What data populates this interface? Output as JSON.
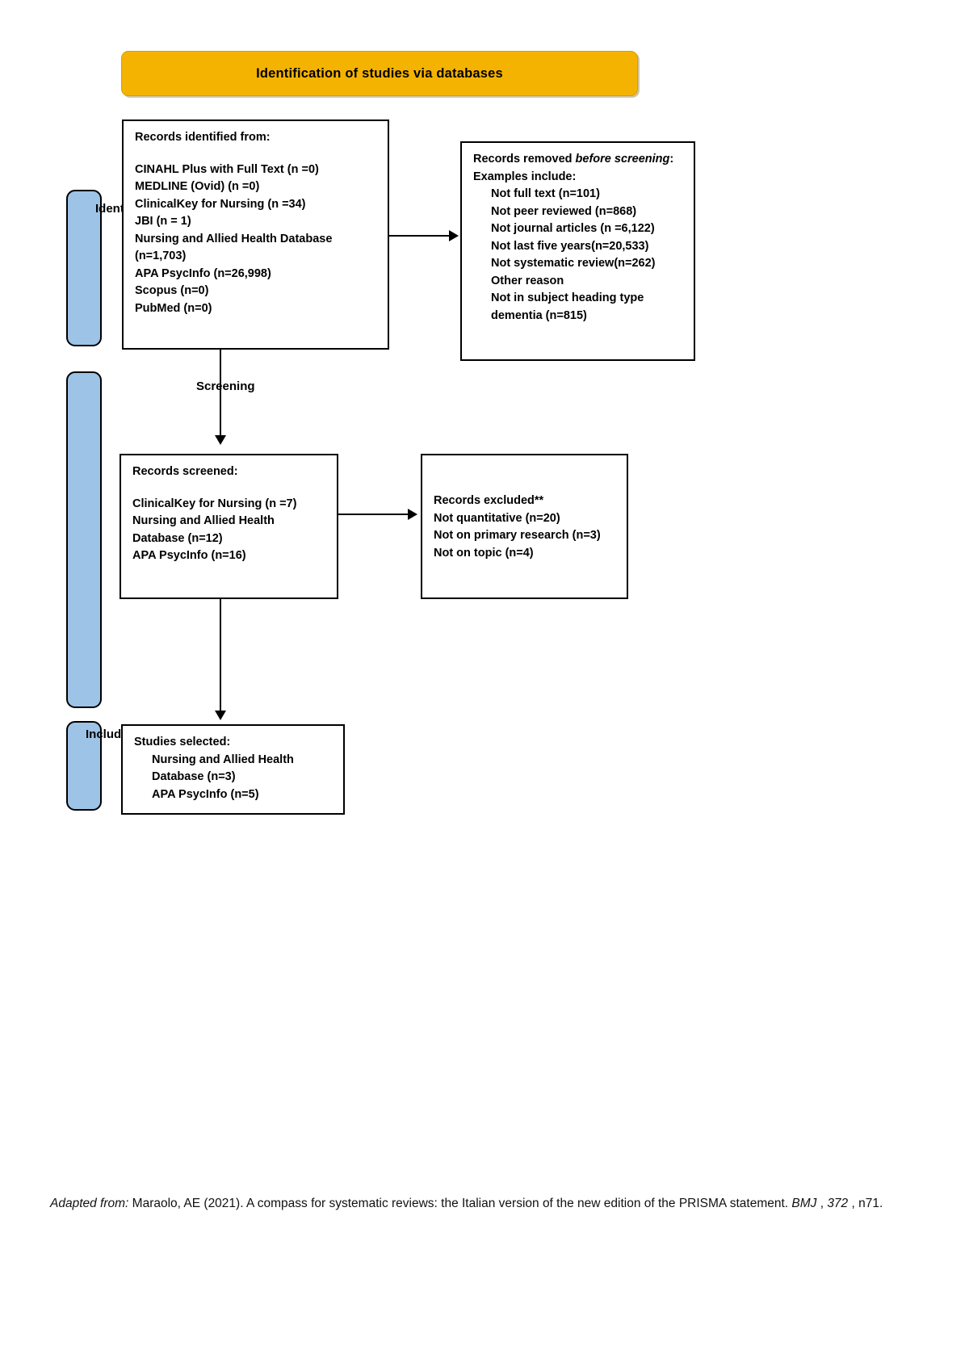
{
  "banner": {
    "label": "Identification of studies via databases",
    "color": "#F5B301"
  },
  "phases": {
    "identification": "Identification",
    "screening": "Screening",
    "included": "Included",
    "bar_color": "#9DC3E6"
  },
  "boxes": {
    "identified": {
      "title": "Records identified from:",
      "lines": [
        "CINAHL Plus with Full Text (n =0)",
        "MEDLINE (Ovid) (n =0)",
        "ClinicalKey for Nursing (n =34)",
        "JBI  (n = 1)",
        "Nursing and Allied Health Database",
        "(n=1,703)",
        "APA PsycInfo (n=26,998)",
        "Scopus (n=0)",
        "PubMed (n=0)"
      ]
    },
    "removed": {
      "title_main": "Records removed ",
      "title_italic": "before screening",
      "title_colon": ":",
      "subtitle": "Examples include:",
      "lines": [
        "Not full text (n=101)",
        "Not peer reviewed (n=868)",
        "Not journal articles (n =6,122)",
        "Not last five years(n=20,533)",
        "Not systematic review(n=262)",
        "Other reason",
        "Not in subject heading type",
        "dementia (n=815)"
      ]
    },
    "screened": {
      "title": "Records screened:",
      "lines": [
        "ClinicalKey for Nursing (n =7)",
        "Nursing and Allied Health",
        "Database (n=12)",
        "APA PsycInfo (n=16)"
      ]
    },
    "excluded": {
      "title": "Records excluded**",
      "lines": [
        "Not quantitative (n=20)",
        "Not on primary research (n=3)",
        "Not on topic (n=4)"
      ]
    },
    "selected": {
      "title": "Studies selected:",
      "lines": [
        "Nursing and Allied Health",
        "Database (n=3)",
        "APA PsycInfo (n=5)"
      ]
    }
  },
  "footer": {
    "prefix_italic": "Adapted from:",
    "text_1": "  Maraolo, AE (2021). A compass for systematic reviews: the Italian version of the new edition of the PRISMA statement. ",
    "journal_italic": "BMJ",
    "text_2": " , ",
    "volume_italic": "372",
    "text_3": " , n71."
  }
}
